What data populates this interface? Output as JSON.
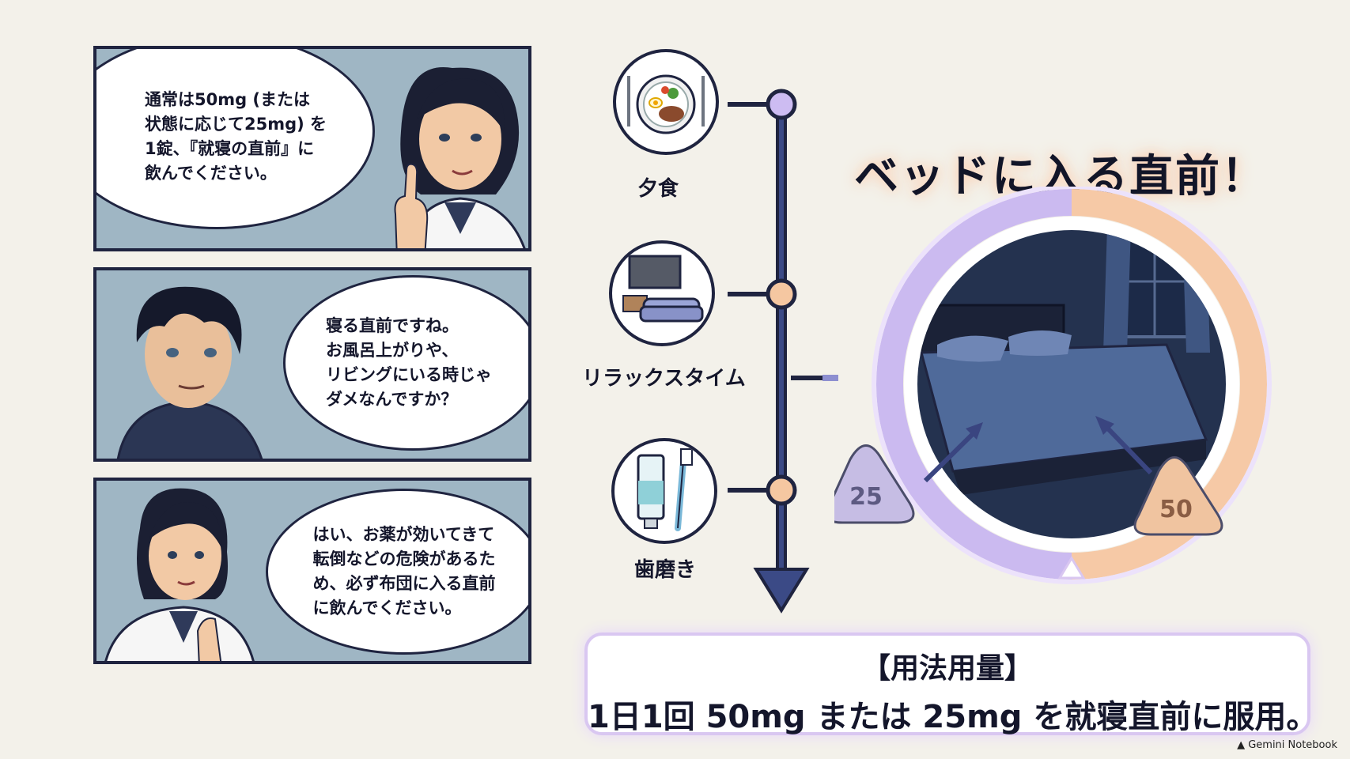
{
  "comic": {
    "panel1": {
      "speech": "通常は50mg (または\n状態に応じて25mg) を\n1錠、『就寝の直前』に\n飲んでください。"
    },
    "panel2": {
      "speech": "寝る直前ですね。\nお風呂上がりや、\nリビングにいる時じゃ\nダメなんですか？"
    },
    "panel3": {
      "speech": "はい、お薬が効いてきて\n転倒などの危険があるた\nめ、必ず布団に入る直前\nに飲んでください。"
    }
  },
  "timeline": {
    "steps": [
      {
        "label": "夕食",
        "icon": "dinner-plate-icon"
      },
      {
        "label": "リラックスタイム",
        "icon": "tv-sofa-icon"
      },
      {
        "label": "歯磨き",
        "icon": "toothbrush-toothpaste-icon"
      }
    ]
  },
  "headline": "ベッドに入る直前！",
  "pills": {
    "left": "25",
    "right": "50"
  },
  "dosage": {
    "title": "【用法用量】",
    "body": "1日1回 50mg または 25mg を就寝直前に服用。"
  },
  "watermark": "Gemini Notebook",
  "colors": {
    "navy": "#1f2440",
    "panel_bg": "#9fb6c4",
    "lavender": "#cbbaf0",
    "peach": "#f6c9a6",
    "background": "#f3f1ea"
  }
}
